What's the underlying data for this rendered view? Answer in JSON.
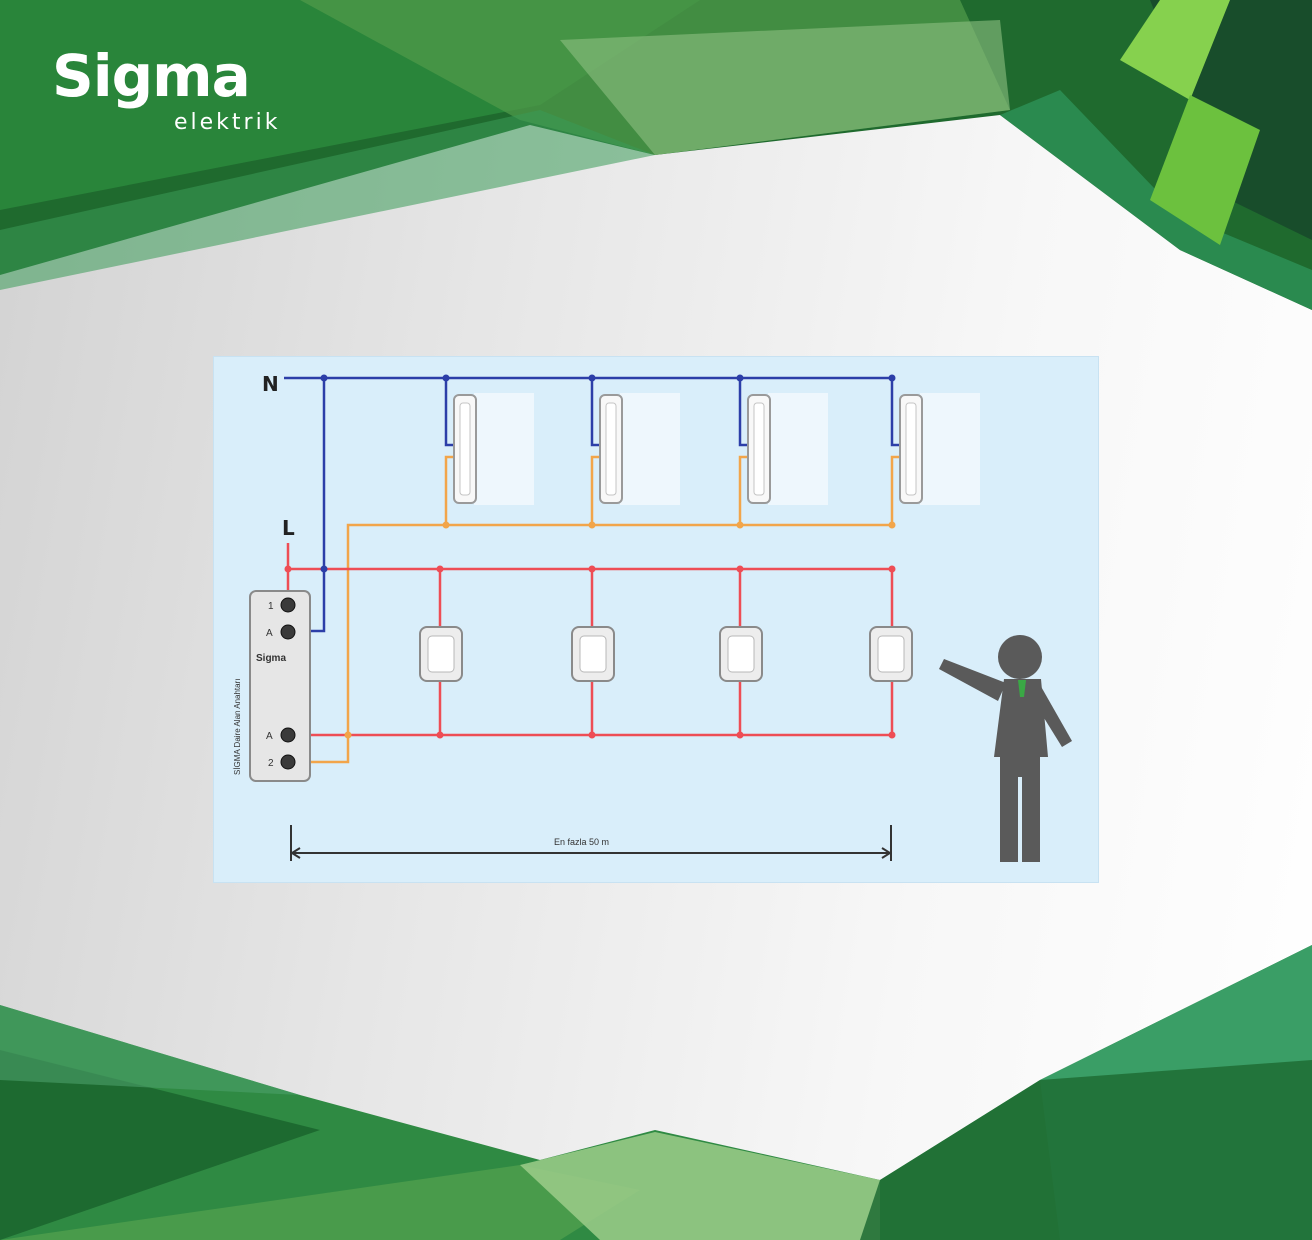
{
  "brand": {
    "name": "Sigma",
    "subtitle": "elektrik"
  },
  "diagram": {
    "label_n": "N",
    "label_l": "L",
    "device": {
      "brand": "Sigma",
      "vertical_text": "SİGMA Daire Alan Anahtarı",
      "terminals": [
        "1",
        "A",
        "A",
        "2"
      ]
    },
    "distance_label": "En fazla 50 m",
    "colors": {
      "neutral": "#2c3ea8",
      "live": "#ee4d55",
      "switched": "#f2a54a",
      "panel": "#d9eefa",
      "person": "#5a5a5a",
      "tie": "#3aa845"
    }
  }
}
